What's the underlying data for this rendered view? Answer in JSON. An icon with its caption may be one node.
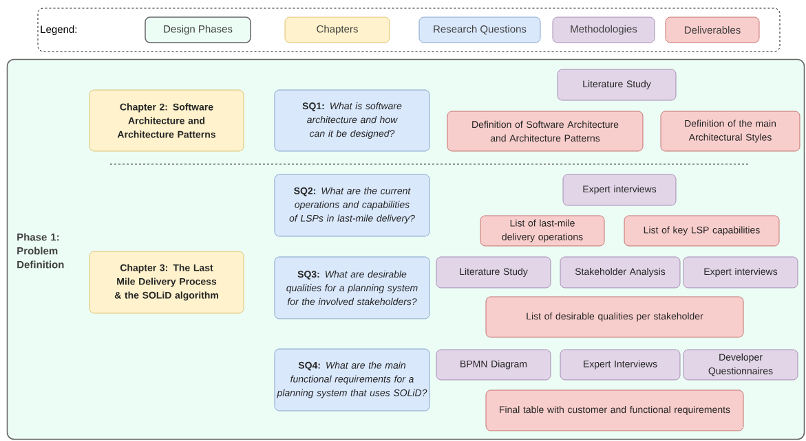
{
  "diagram": {
    "nodes": [
      {
        "text": [
          "Phase 1: Problem Definition"
        ]
      },
      {
        "text": [
          "Chapter 2: Software Architecture and Architecture Patterns"
        ],
        "in": 0
      },
      {
        "text": [
          "**SQ1:** *What is software architecture and how can it be designed?*"
        ],
        "in": 0
      },
      {
        "text": [
          "Literature Study"
        ],
        "in": 0
      },
      {
        "text": [
          "Definition of Software Architecture and Architecture Patterns"
        ],
        "in": 0
      },
      {
        "text": [
          "Definition of the main Architectural Styles"
        ],
        "in": 0
      },
      {
        "text": [
          "**SQ2:** *What are the current operations and capabilities of LSPs in last-mile delivery?*"
        ],
        "in": 0
      },
      {
        "text": [
          "Expert interviews"
        ],
        "in": 0
      },
      {
        "text": [
          "List of last-mile delivery operations"
        ],
        "in": 0
      },
      {
        "text": [
          "List of key LSP capabilities"
        ],
        "in": 0
      },
      {
        "text": [
          "Chapter 3: The Last Mile Delivery Process & the SOLiD algorithm"
        ],
        "in": 0
      },
      {
        "text": [
          "**SQ3:** *What are desirable qualities for a planning system for the involved stakeholders?*"
        ],
        "in": 0
      },
      {
        "text": [
          "Literature Study"
        ],
        "in": 0
      },
      {
        "text": [
          "Stakeholder Analysis"
        ],
        "in": 0
      },
      {
        "text": [
          "Expert interviews"
        ],
        "in": 0
      },
      {
        "text": [
          "List of desirable qualities per stakeholder"
        ],
        "in": 0
      },
      {
        "text": [
          "**SQ4:** *What are the main functional requirements for a planning system that uses SOLiD?*"
        ],
        "in": 0
      },
      {
        "text": [
          "BPMN Diagram"
        ],
        "in": 0
      },
      {
        "text": [
          "Expert Interviews"
        ],
        "in": 0
      },
      {
        "text": [
          "Developer Questionnaires"
        ],
        "in": 0
      },
      {
        "text": [
          "Final table with customer and functional requirements"
        ],
        "in": 0
      }
    ],
    "labels": [
      "Legend:"
    ],
    "legend": [
      {
        "text": "Design Phases",
        "color": "#ecfdf5"
      },
      {
        "text": "Chapters",
        "color": "#fff2cc"
      },
      {
        "text": "Research Questions",
        "color": "#dae8fc"
      },
      {
        "text": "Methodologies",
        "color": "#e1d5e7"
      },
      {
        "text": "Deliverables",
        "color": "#f8cecc"
      }
    ]
  }
}
